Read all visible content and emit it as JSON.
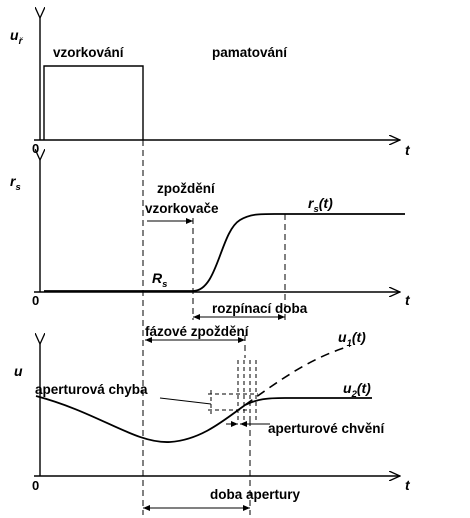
{
  "panel_top": {
    "y_axis_main": "u",
    "y_axis_sub": "ř",
    "phase_sampling": "vzorkování",
    "phase_holding": "pamatování",
    "origin": "0",
    "x_axis": "t"
  },
  "panel_middle": {
    "y_axis_main": "r",
    "y_axis_sub": "s",
    "delay_line1": "zpoždění",
    "delay_line2": "vzorkovače",
    "curve_main": "r",
    "curve_sub": "s",
    "curve_arg": "(t)",
    "low_main": "R",
    "low_sub": "s",
    "origin": "0",
    "x_axis": "t",
    "switch_time": "rozpínací doba"
  },
  "panel_bottom": {
    "phase_delay": "fázové zpoždění",
    "y_axis": "u",
    "curve1_main": "u",
    "curve1_sub": "1",
    "curve1_arg": "(t)",
    "curve2_main": "u",
    "curve2_sub": "2",
    "curve2_arg": "(t)",
    "aperture_error": "aperturová chyba",
    "aperture_jitter": "aperturové chvění",
    "origin": "0",
    "x_axis": "t",
    "aperture_time": "doba apertury"
  }
}
